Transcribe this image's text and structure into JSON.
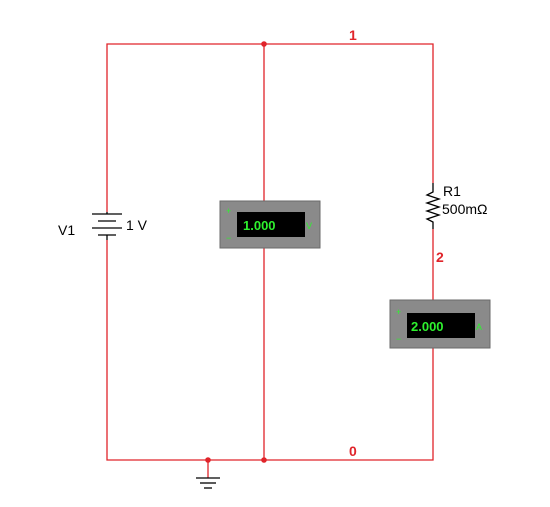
{
  "nets": {
    "n1": "1",
    "n2": "2",
    "n0": "0"
  },
  "components": {
    "source": {
      "name": "V1",
      "value": "1 V"
    },
    "resistor": {
      "name": "R1",
      "value": "500mΩ"
    }
  },
  "voltmeter": {
    "reading": "1.000",
    "unit": "V",
    "plus": "+",
    "minus": "−"
  },
  "ammeter": {
    "reading": "2.000",
    "unit": "A",
    "plus": "+",
    "minus": "−"
  },
  "colors": {
    "wire": "#e0242a",
    "meter_body": "#8a8a8a",
    "meter_display": "#000000",
    "meter_text": "#2ef02e"
  },
  "icons": {
    "ground": "ground-icon",
    "battery": "battery-icon",
    "resistor": "resistor-icon"
  }
}
